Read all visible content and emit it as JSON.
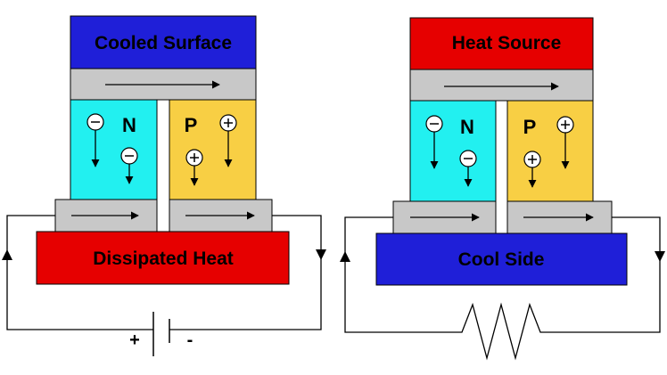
{
  "left_module": {
    "top_label": "Cooled Surface",
    "bottom_label": "Dissipated Heat",
    "n_label": "N",
    "p_label": "P",
    "battery_plus": "+",
    "battery_minus": "-"
  },
  "right_module": {
    "top_label": "Heat Source",
    "bottom_label": "Cool Side",
    "n_label": "N",
    "p_label": "P"
  },
  "carrier_signs": {
    "electron": "−",
    "hole": "+"
  },
  "colors": {
    "blue": "#1f1fd8",
    "red": "#e60000",
    "cyan": "#22f0f0",
    "yellow": "#f8cf44",
    "gray": "#c8c8c8"
  },
  "icons": [
    "arrow-right-icon",
    "electron-icon",
    "hole-icon",
    "battery-icon",
    "resistor-icon"
  ]
}
